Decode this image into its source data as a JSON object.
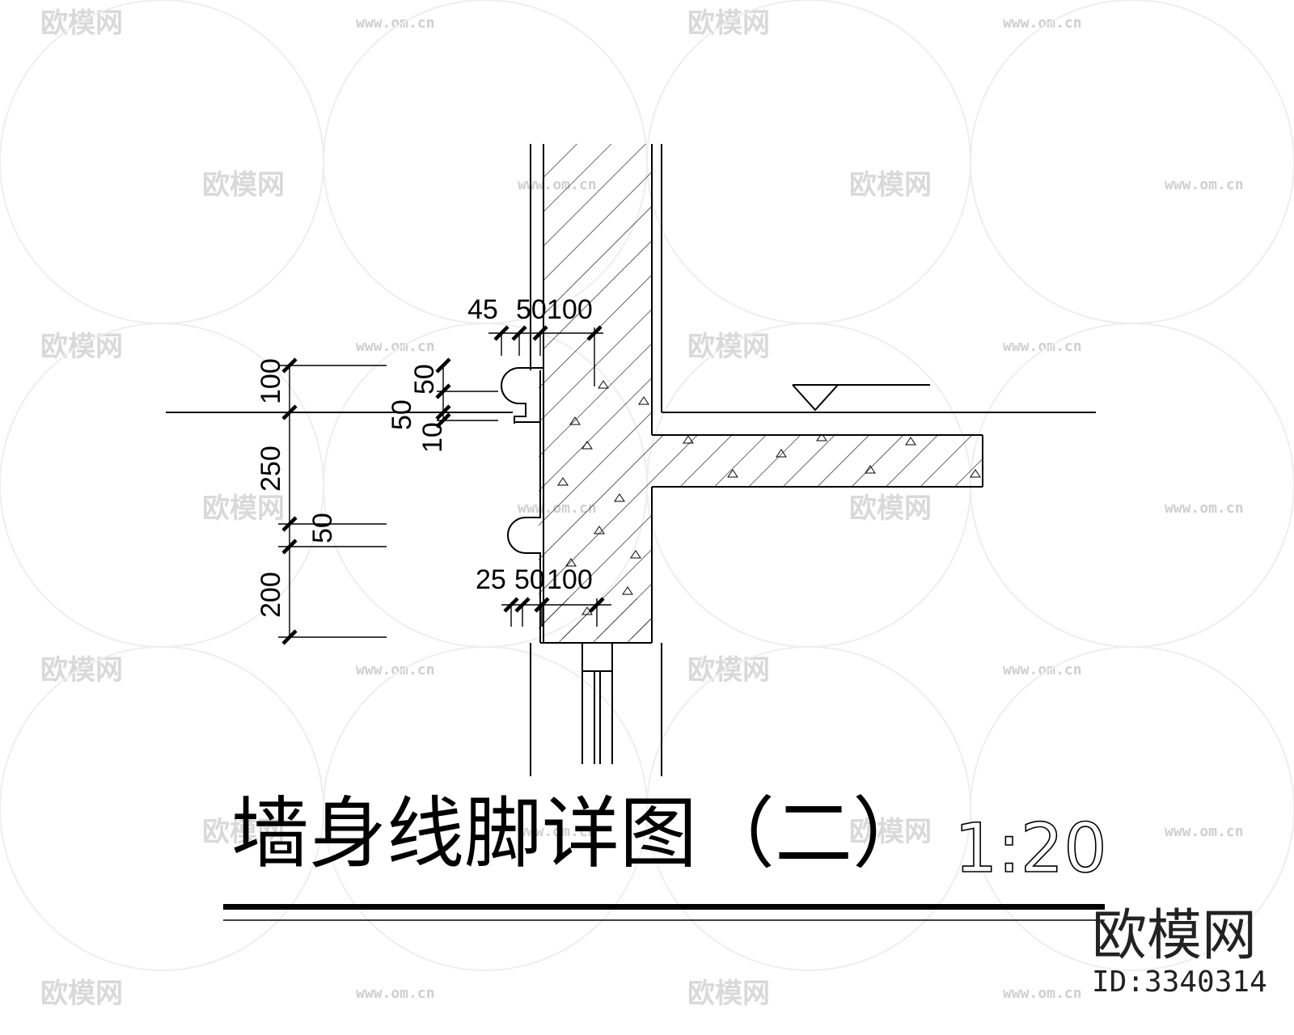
{
  "drawing": {
    "title": "墙身线脚详图（二）",
    "scale": "1:20",
    "dimensions": {
      "vertical_left": [
        "100",
        "250",
        "50",
        "200"
      ],
      "vertical_mid": [
        "50",
        "50",
        "10"
      ],
      "top_horizontal": [
        "45",
        "50",
        "100"
      ],
      "bottom_horizontal": [
        "25",
        "50",
        "100"
      ]
    }
  },
  "watermark": {
    "brand": "欧模网",
    "id": "ID:3340314",
    "tile_brand": "欧模网",
    "tile_url": "www.om.cn"
  },
  "colors": {
    "line": "#000000",
    "watermark": "#d9d9d9",
    "background": "#ffffff"
  }
}
